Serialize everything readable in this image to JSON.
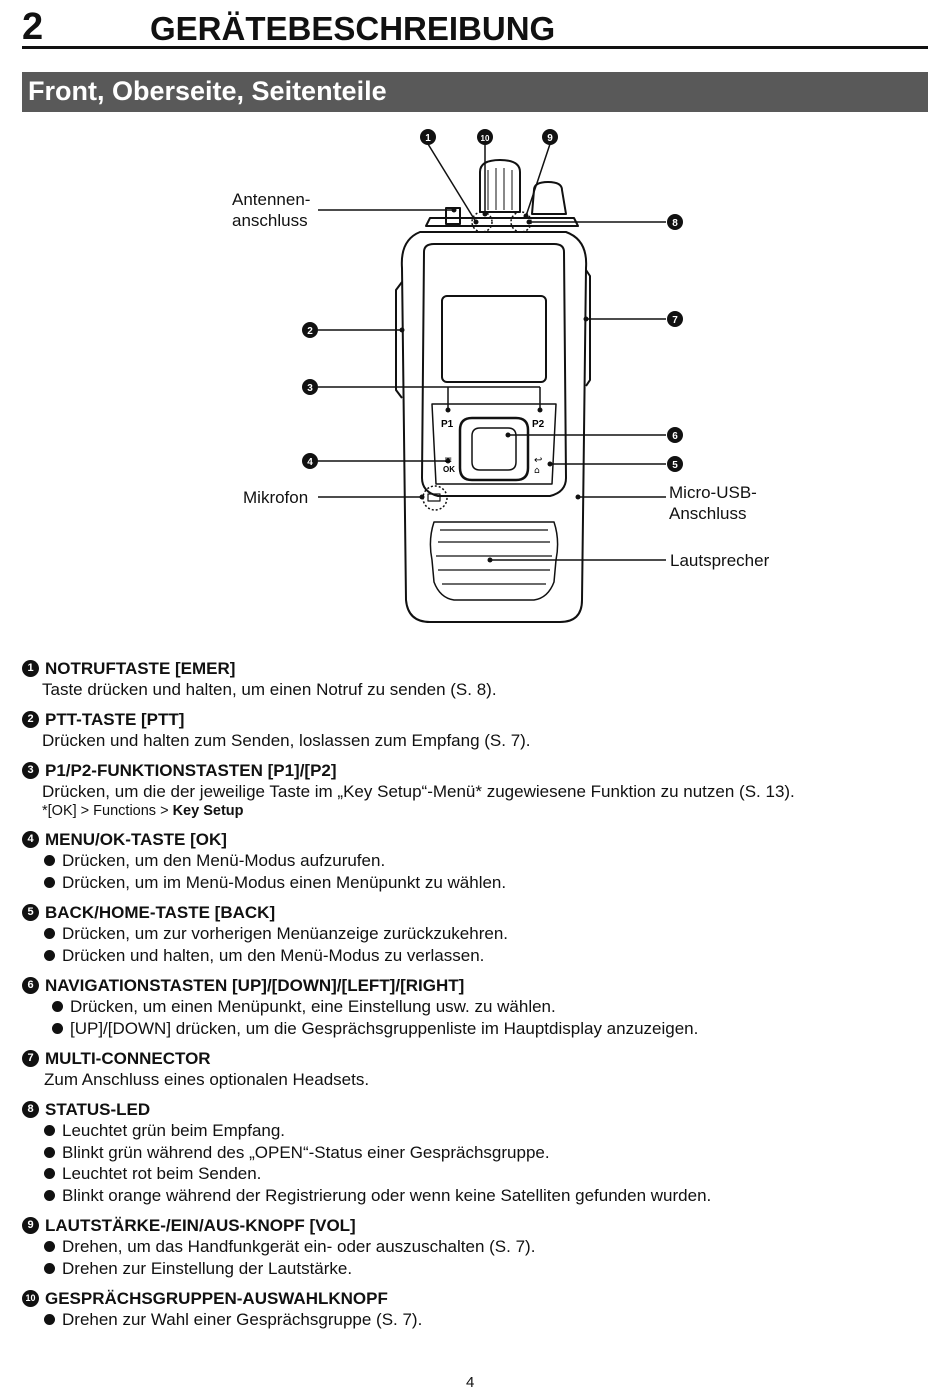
{
  "header": {
    "chapter_number": "2",
    "chapter_title": "GERÄTEBESCHREIBUNG"
  },
  "section": {
    "title": "Front, Oberseite, Seitenteile"
  },
  "figure": {
    "callouts": [
      "1",
      "2",
      "3",
      "4",
      "5",
      "6",
      "7",
      "8",
      "9",
      "10"
    ],
    "labels": {
      "antenna_line1": "Antennen-",
      "antenna_line2": "anschluss",
      "mic": "Mikrofon",
      "usb_line1": "Micro-USB-",
      "usb_line2": "Anschluss",
      "speaker": "Lautsprecher"
    },
    "keys": {
      "p1": "P1",
      "p2": "P2",
      "ok": "OK"
    }
  },
  "items": [
    {
      "num": "1",
      "title": "NOTRUFTASTE [EMER]",
      "desc": "Taste drücken und halten, um einen Notruf zu senden (S. 8).",
      "bullets": []
    },
    {
      "num": "2",
      "title": "PTT-TASTE [PTT]",
      "desc": "Drücken und halten zum Senden, loslassen zum Empfang (S. 7).",
      "bullets": []
    },
    {
      "num": "3",
      "title": "P1/P2-FUNKTIONSTASTEN [P1]/[P2]",
      "desc": "Drücken, um die der jeweilige Taste im „Key Setup“-Menü* zugewiesene Funktion zu nutzen (S. 13).",
      "note_prefix": "*[OK] > Functions > ",
      "note_bold": "Key Setup",
      "bullets": []
    },
    {
      "num": "4",
      "title": "MENU/OK-TASTE [OK]",
      "desc": "",
      "bullets": [
        "Drücken, um den Menü-Modus aufzurufen.",
        "Drücken, um im Menü-Modus einen Menüpunkt zu wählen."
      ]
    },
    {
      "num": "5",
      "title": "BACK/HOME-TASTE [BACK]",
      "desc": "",
      "bullets": [
        "Drücken, um zur vorherigen Menüanzeige zurückzukehren.",
        "Drücken und halten, um den Menü-Modus zu verlassen."
      ]
    },
    {
      "num": "6",
      "title": "NAVIGATIONSTASTEN [UP]/[DOWN]/[LEFT]/[RIGHT]",
      "desc": "",
      "bullets": [
        "Drücken, um einen Menüpunkt, eine Einstellung usw. zu wählen.",
        "[UP]/[DOWN] drücken, um die Gesprächsgruppenliste im Hauptdisplay anzuzeigen."
      ]
    },
    {
      "num": "7",
      "title": "MULTI-CONNECTOR",
      "desc": "Zum Anschluss eines optionalen Headsets.",
      "bullets": []
    },
    {
      "num": "8",
      "title": "STATUS-LED",
      "desc": "",
      "bullets": [
        "Leuchtet grün beim Empfang.",
        "Blinkt grün während des „OPEN“-Status einer Gesprächsgruppe.",
        "Leuchtet rot beim Senden.",
        "Blinkt orange während der Registrierung oder wenn keine Satelliten gefunden wurden."
      ]
    },
    {
      "num": "9",
      "title": "LAUTSTÄRKE-/EIN/AUS-KNOPF [VOL]",
      "desc": "",
      "bullets": [
        "Drehen, um das Handfunkgerät ein- oder auszuschalten (S. 7).",
        "Drehen zur Einstellung der Lautstärke."
      ]
    },
    {
      "num": "10",
      "title": "GESPRÄCHSGRUPPEN-AUSWAHLKNOPF",
      "desc": "",
      "bullets": [
        "Drehen zur Wahl einer Gesprächsgruppe (S. 7)."
      ]
    }
  ],
  "page_number": "4"
}
